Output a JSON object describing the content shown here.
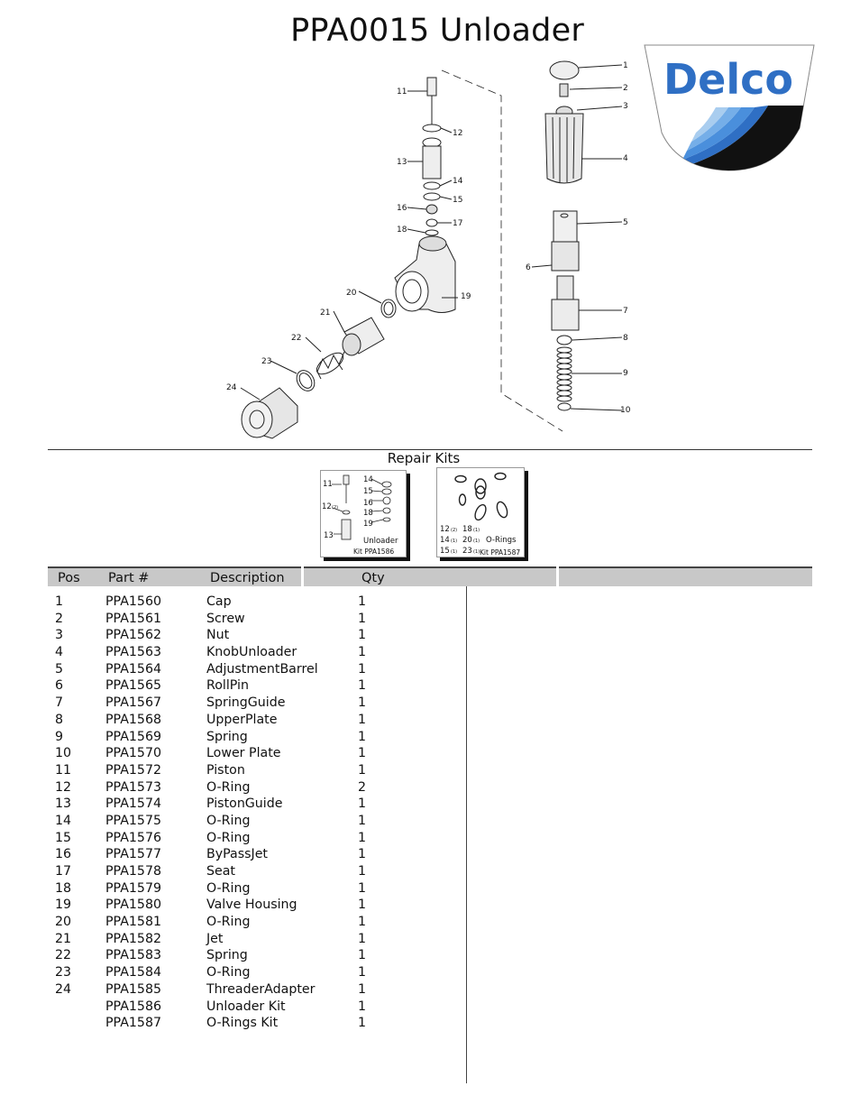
{
  "page": {
    "title": "PPA0015 Unloader",
    "logo_text": "Delco",
    "repair_kits_title": "Repair Kits"
  },
  "diagram": {
    "callouts": [
      "1",
      "2",
      "3",
      "4",
      "5",
      "6",
      "7",
      "8",
      "9",
      "10",
      "11",
      "12",
      "13",
      "14",
      "15",
      "16",
      "17",
      "18",
      "19",
      "20",
      "21",
      "22",
      "23",
      "24"
    ]
  },
  "kits": {
    "kit1": {
      "callouts": [
        "11",
        "12",
        "13",
        "14",
        "15",
        "16",
        "18",
        "19"
      ],
      "qty_mark": "(2)",
      "name": "Unloader",
      "kit_label": "Kit PPA1586"
    },
    "kit2": {
      "lines": [
        {
          "a": "12",
          "aq": "(2)",
          "b": "18",
          "bq": "(1)"
        },
        {
          "a": "14",
          "aq": "(1)",
          "b": "20",
          "bq": "(1)"
        },
        {
          "a": "15",
          "aq": "(1)",
          "b": "23",
          "bq": "(1)"
        }
      ],
      "name": "O-Rings",
      "kit_label": "Kit PPA1587"
    }
  },
  "table": {
    "headers": {
      "pos": "Pos",
      "part": "Part #",
      "desc": "Description",
      "qty": "Qty"
    },
    "rows": [
      {
        "pos": "1",
        "part": "PPA1560",
        "desc": "Cap",
        "qty": "1"
      },
      {
        "pos": "2",
        "part": "PPA1561",
        "desc": "Screw",
        "qty": "1"
      },
      {
        "pos": "3",
        "part": "PPA1562",
        "desc": "Nut",
        "qty": "1"
      },
      {
        "pos": "4",
        "part": "PPA1563",
        "desc": "KnobUnloader",
        "qty": "1"
      },
      {
        "pos": "5",
        "part": "PPA1564",
        "desc": "AdjustmentBarrel",
        "qty": "1"
      },
      {
        "pos": "6",
        "part": "PPA1565",
        "desc": "RollPin",
        "qty": "1"
      },
      {
        "pos": "7",
        "part": "PPA1567",
        "desc": "SpringGuide",
        "qty": "1"
      },
      {
        "pos": "8",
        "part": "PPA1568",
        "desc": "UpperPlate",
        "qty": "1"
      },
      {
        "pos": "9",
        "part": "PPA1569",
        "desc": "Spring",
        "qty": "1"
      },
      {
        "pos": "10",
        "part": "PPA1570",
        "desc": "Lower Plate",
        "qty": "1"
      },
      {
        "pos": "11",
        "part": "PPA1572",
        "desc": "Piston",
        "qty": "1"
      },
      {
        "pos": "12",
        "part": "PPA1573",
        "desc": "O-Ring",
        "qty": "2"
      },
      {
        "pos": "13",
        "part": "PPA1574",
        "desc": "PistonGuide",
        "qty": "1"
      },
      {
        "pos": "14",
        "part": "PPA1575",
        "desc": "O-Ring",
        "qty": "1"
      },
      {
        "pos": "15",
        "part": "PPA1576",
        "desc": "O-Ring",
        "qty": "1"
      },
      {
        "pos": "16",
        "part": "PPA1577",
        "desc": "ByPassJet",
        "qty": "1"
      },
      {
        "pos": "17",
        "part": "PPA1578",
        "desc": "Seat",
        "qty": "1"
      },
      {
        "pos": "18",
        "part": "PPA1579",
        "desc": "O-Ring",
        "qty": "1"
      },
      {
        "pos": "19",
        "part": "PPA1580",
        "desc": "Valve Housing",
        "qty": "1"
      },
      {
        "pos": "20",
        "part": "PPA1581",
        "desc": "O-Ring",
        "qty": "1"
      },
      {
        "pos": "21",
        "part": "PPA1582",
        "desc": "Jet",
        "qty": "1"
      },
      {
        "pos": "22",
        "part": "PPA1583",
        "desc": "Spring",
        "qty": "1"
      },
      {
        "pos": "23",
        "part": "PPA1584",
        "desc": "O-Ring",
        "qty": "1"
      },
      {
        "pos": "24",
        "part": "PPA1585",
        "desc": "ThreaderAdapter",
        "qty": "1"
      },
      {
        "pos": "",
        "part": "PPA1586",
        "desc": "Unloader Kit",
        "qty": "1"
      },
      {
        "pos": "",
        "part": "PPA1587",
        "desc": "O-Rings Kit",
        "qty": "1"
      }
    ]
  },
  "colors": {
    "logo_blue": "#2f6fc4",
    "logo_stripes": [
      "#2f6fc4",
      "#4a8fdc",
      "#75aee8",
      "#a9cdef"
    ],
    "header_gray": "#c8c8c8"
  }
}
